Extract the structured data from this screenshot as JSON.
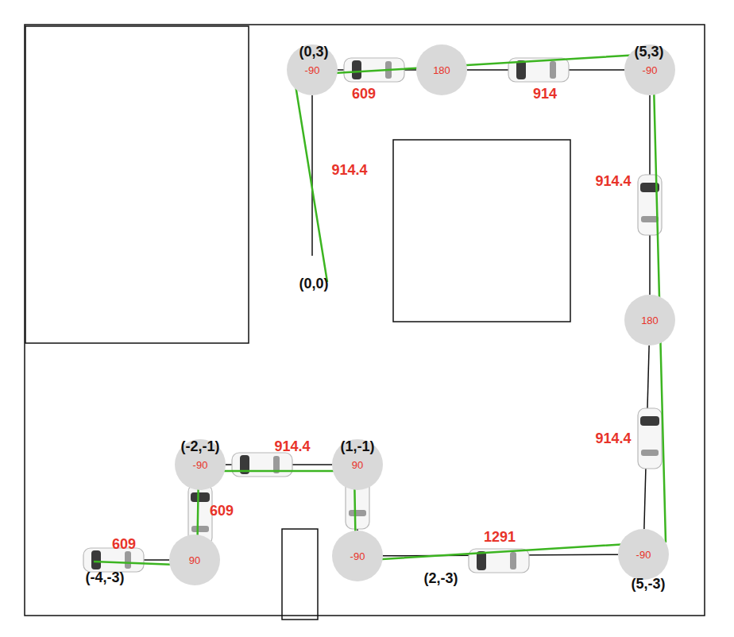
{
  "diagram": {
    "nodes": [
      {
        "text": [
          "-90"
        ]
      },
      {
        "text": [
          "180"
        ]
      },
      {
        "text": [
          "-90"
        ]
      },
      {
        "text": [
          "180"
        ]
      },
      {
        "text": [
          "-90"
        ]
      },
      {
        "text": [
          "-90"
        ]
      },
      {
        "text": [
          "90"
        ]
      },
      {
        "text": [
          "-90"
        ]
      },
      {
        "text": [
          "90"
        ]
      }
    ],
    "edges": [
      {
        "from": 0,
        "to": 1,
        "arrow": "none"
      },
      {
        "from": 1,
        "to": 2,
        "arrow": "none"
      },
      {
        "from": 2,
        "to": 3,
        "arrow": "none"
      },
      {
        "from": 3,
        "to": 4,
        "arrow": "none"
      },
      {
        "from": 4,
        "to": 5,
        "arrow": "none"
      },
      {
        "from": 5,
        "to": 6,
        "arrow": "none"
      },
      {
        "from": 6,
        "to": 7,
        "arrow": "none"
      },
      {
        "from": 7,
        "to": 8,
        "arrow": "none"
      }
    ],
    "labels": [
      "(0,3)",
      "(5,3)",
      "(0,0)",
      "(-2,-1)",
      "(1,-1)",
      "(-4,-3)",
      "(2,-3)",
      "(5,-3)",
      "609",
      "914",
      "914.4",
      "914.4",
      "914.4",
      "914.4",
      "609",
      "609",
      "1291"
    ]
  }
}
